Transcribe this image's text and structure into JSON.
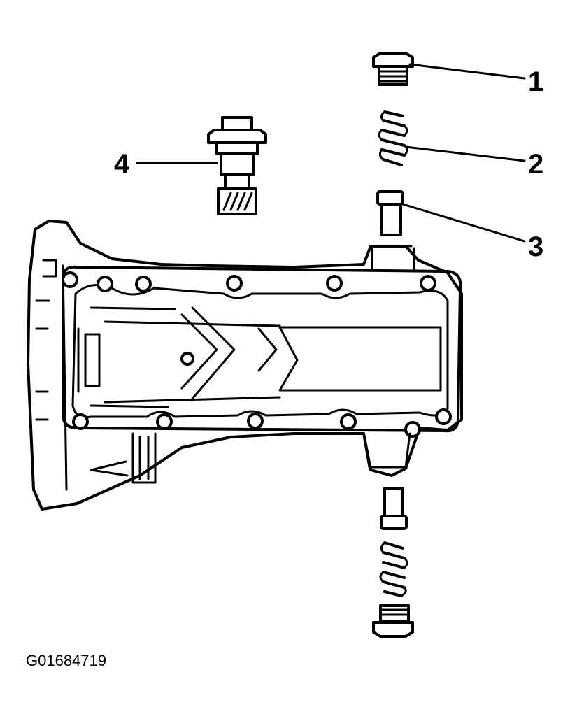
{
  "diagram": {
    "callouts": [
      {
        "id": "callout-1",
        "label": "1"
      },
      {
        "id": "callout-2",
        "label": "2"
      },
      {
        "id": "callout-3",
        "label": "3"
      },
      {
        "id": "callout-4",
        "label": "4"
      }
    ],
    "figure_id": "G01684719",
    "colors": {
      "ink": "#000000",
      "paper": "#ffffff"
    }
  }
}
